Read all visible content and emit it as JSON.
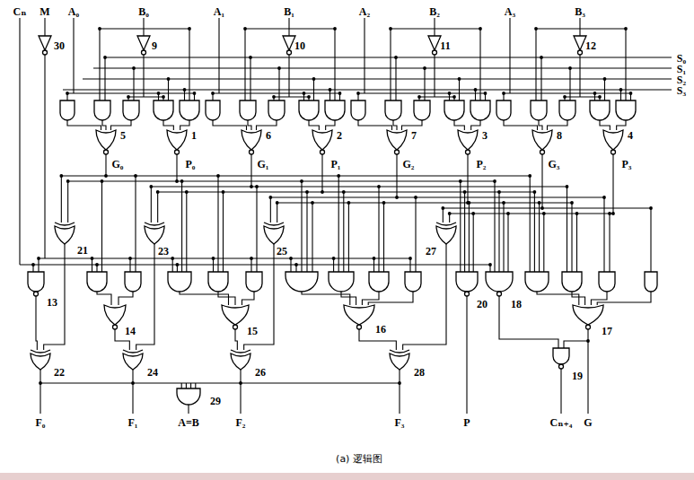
{
  "diagram": {
    "caption": "(a) 逻辑图",
    "labels": [
      "Cₙ",
      "M",
      "A₀",
      "B₀",
      "A₁",
      "B₁",
      "A₂",
      "B₂",
      "A₃",
      "B₃",
      "S₀",
      "S₁",
      "S₂",
      "S₃",
      "30",
      "9",
      "10",
      "11",
      "12",
      "5",
      "G₀",
      "1",
      "P₀",
      "6",
      "G₁",
      "2",
      "P₁",
      "7",
      "G₂",
      "3",
      "P₂",
      "8",
      "G₃",
      "4",
      "P₃",
      "21",
      "23",
      "25",
      "27",
      "13",
      "14",
      "15",
      "16",
      "20",
      "18",
      "17",
      "19",
      "22",
      "24",
      "26",
      "28",
      "29",
      "F₀",
      "F₁",
      "A=B",
      "F₂",
      "F₃",
      "P",
      "Cₙ₊₄",
      "G"
    ]
  }
}
